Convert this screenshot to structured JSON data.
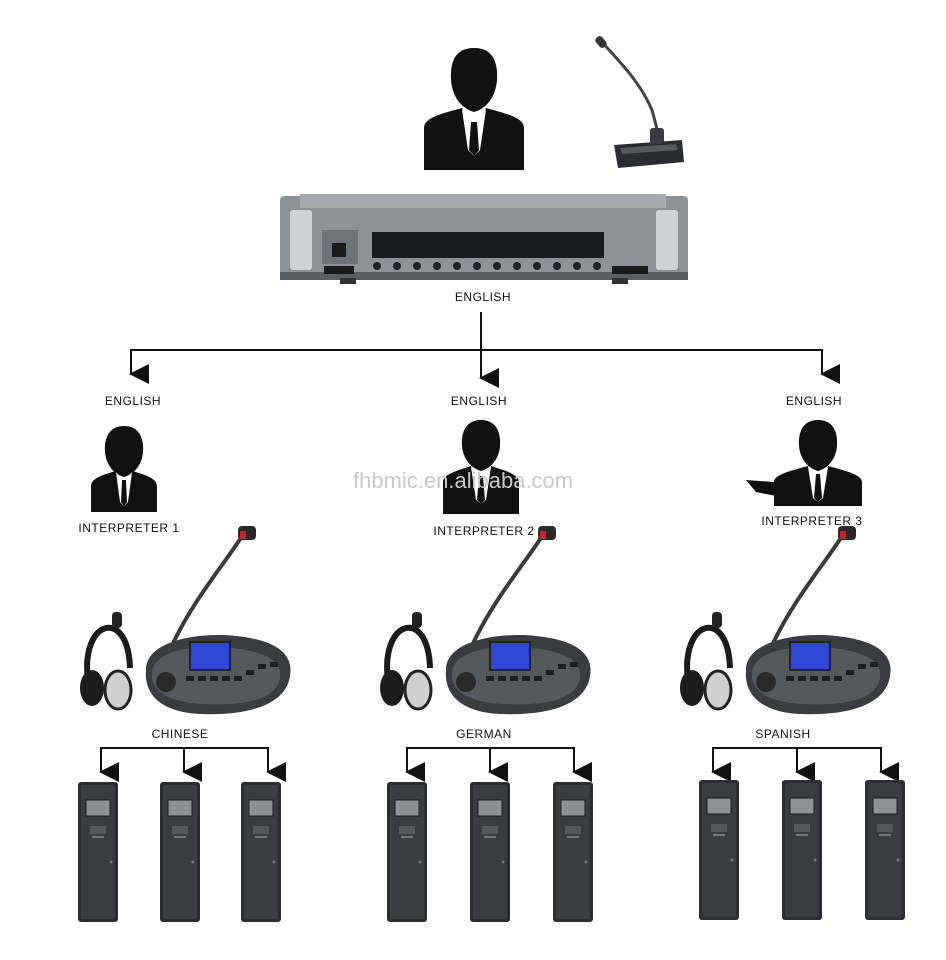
{
  "source": {
    "label": "ENGLISH"
  },
  "watermark": "fhbmic.en.alibaba.com",
  "branches": [
    {
      "input_label": "ENGLISH",
      "interpreter": "INTERPRETER 1",
      "output_language": "CHINESE"
    },
    {
      "input_label": "ENGLISH",
      "interpreter": "INTERPRETER 2",
      "output_language": "GERMAN"
    },
    {
      "input_label": "ENGLISH",
      "interpreter": "INTERPRETER 3",
      "output_language": "SPANISH"
    }
  ],
  "colors": {
    "line": "#111111",
    "device_dark": "#2b2c2f",
    "device_panel": "#9aa0a6",
    "screen": "#2f49d6",
    "mic_red": "#c0282d"
  }
}
